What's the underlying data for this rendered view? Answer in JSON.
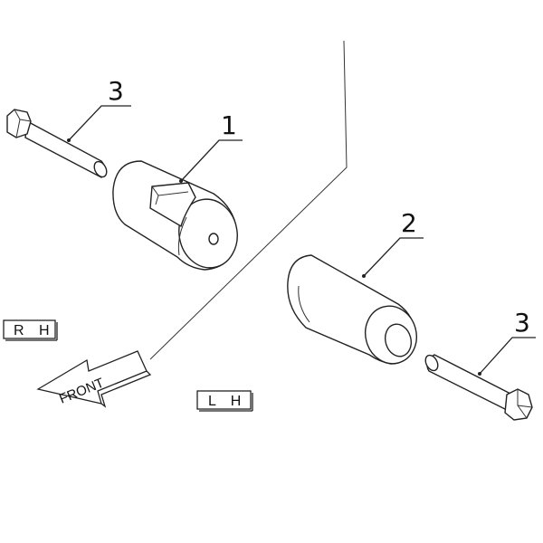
{
  "callouts": {
    "part_1": "1",
    "part_2": "2",
    "bolt_rh": "3",
    "bolt_lh": "3"
  },
  "labels": {
    "rh": "R H",
    "lh": "L H",
    "front": "FRONT"
  }
}
